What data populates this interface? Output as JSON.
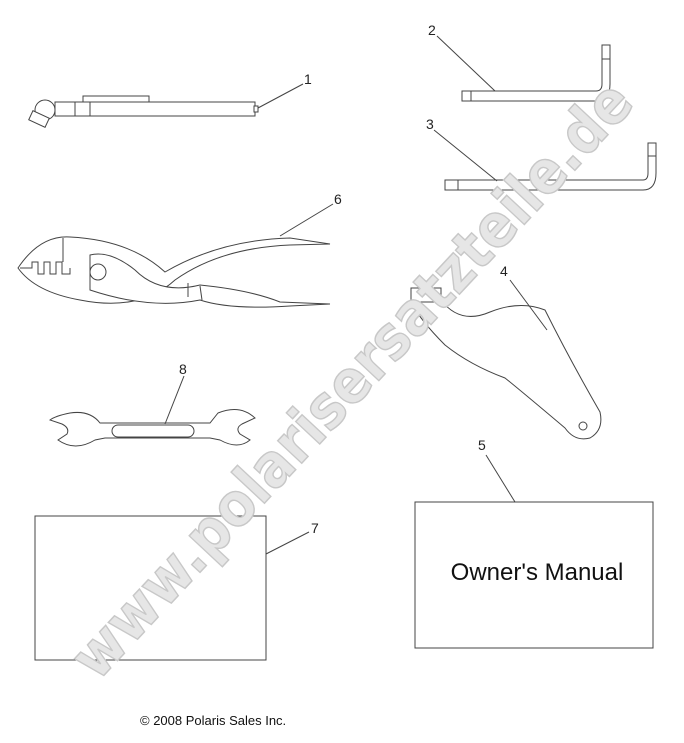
{
  "callouts": {
    "c1": "1",
    "c2": "2",
    "c3": "3",
    "c4": "4",
    "c5": "5",
    "c6": "6",
    "c7": "7",
    "c8": "8"
  },
  "manual_label": "Owner's Manual",
  "copyright": "© 2008 Polaris Sales Inc.",
  "watermark": "www.polarisersatzteile.de"
}
